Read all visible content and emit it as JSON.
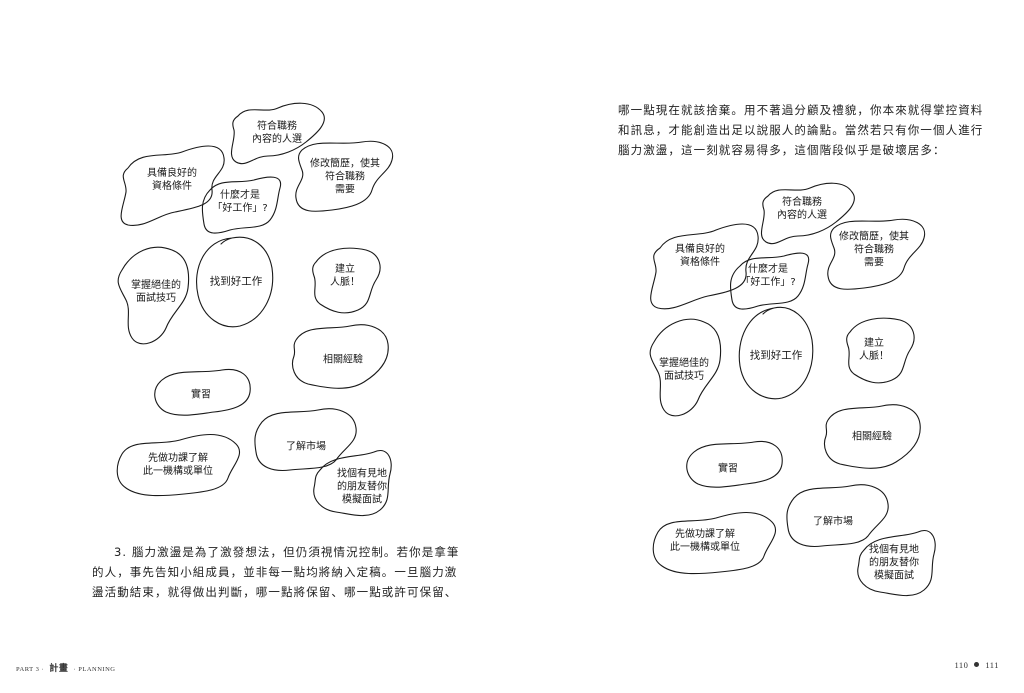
{
  "left_page": {
    "diagram": {
      "center": "找到好工作",
      "nodes": [
        {
          "id": "qualifications",
          "label": "具備良好的\n資格條件"
        },
        {
          "id": "job-content",
          "label": "符合職務\n內容的人選"
        },
        {
          "id": "what-is-good-job",
          "label": "什麼才是\n「好工作」?"
        },
        {
          "id": "edit-resume",
          "label": "修改簡歷，使其\n符合職務\n需要"
        },
        {
          "id": "interview-skills",
          "label": "掌握絕佳的\n面試技巧"
        },
        {
          "id": "network",
          "label": "建立\n人脈！"
        },
        {
          "id": "experience",
          "label": "相關經驗"
        },
        {
          "id": "internship",
          "label": "實習"
        },
        {
          "id": "research-org",
          "label": "先做功課了解\n此一機構或單位"
        },
        {
          "id": "understand-market",
          "label": "了解市場"
        },
        {
          "id": "mock-interview",
          "label": "找個有見地\n的朋友替你\n模擬面試"
        }
      ]
    },
    "paragraph_lines": [
      "3. 腦力激盪是為了激發想法，但仍須視情況控制。若你是拿筆",
      "的人，事先告知小組成員，並非每一點均將納入定稿。一旦腦力激",
      "盪活動結束，就得做出判斷，哪一點將保留、哪一點或許可保留、"
    ],
    "footer": {
      "part": "PART 3",
      "title": "計畫",
      "subtitle": "PLANNING"
    }
  },
  "right_page": {
    "paragraph_lines": [
      "哪一點現在就該捨棄。用不著過分顧及禮貌，你本來就得掌控資料",
      "和訊息，才能創造出足以說服人的論點。當然若只有你一個人進行",
      "腦力激盪，這一刻就容易得多，這個階段似乎是破壞居多："
    ],
    "diagram": {
      "center": "找到好工作",
      "nodes": [
        {
          "id": "qualifications",
          "label": "具備良好的\n資格條件"
        },
        {
          "id": "job-content",
          "label": "符合職務\n內容的人選"
        },
        {
          "id": "what-is-good-job",
          "label": "什麼才是\n「好工作」?"
        },
        {
          "id": "edit-resume",
          "label": "修改簡歷，使其\n符合職務\n需要"
        },
        {
          "id": "interview-skills",
          "label": "掌握絕佳的\n面試技巧"
        },
        {
          "id": "network",
          "label": "建立\n人脈！"
        },
        {
          "id": "experience",
          "label": "相關經驗"
        },
        {
          "id": "internship",
          "label": "實習"
        },
        {
          "id": "research-org",
          "label": "先做功課了解\n此一機構或單位"
        },
        {
          "id": "understand-market",
          "label": "了解市場"
        },
        {
          "id": "mock-interview",
          "label": "找個有見地\n的朋友替你\n模擬面試"
        }
      ]
    },
    "footer": {
      "page_left": "110",
      "page_right": "111"
    }
  }
}
